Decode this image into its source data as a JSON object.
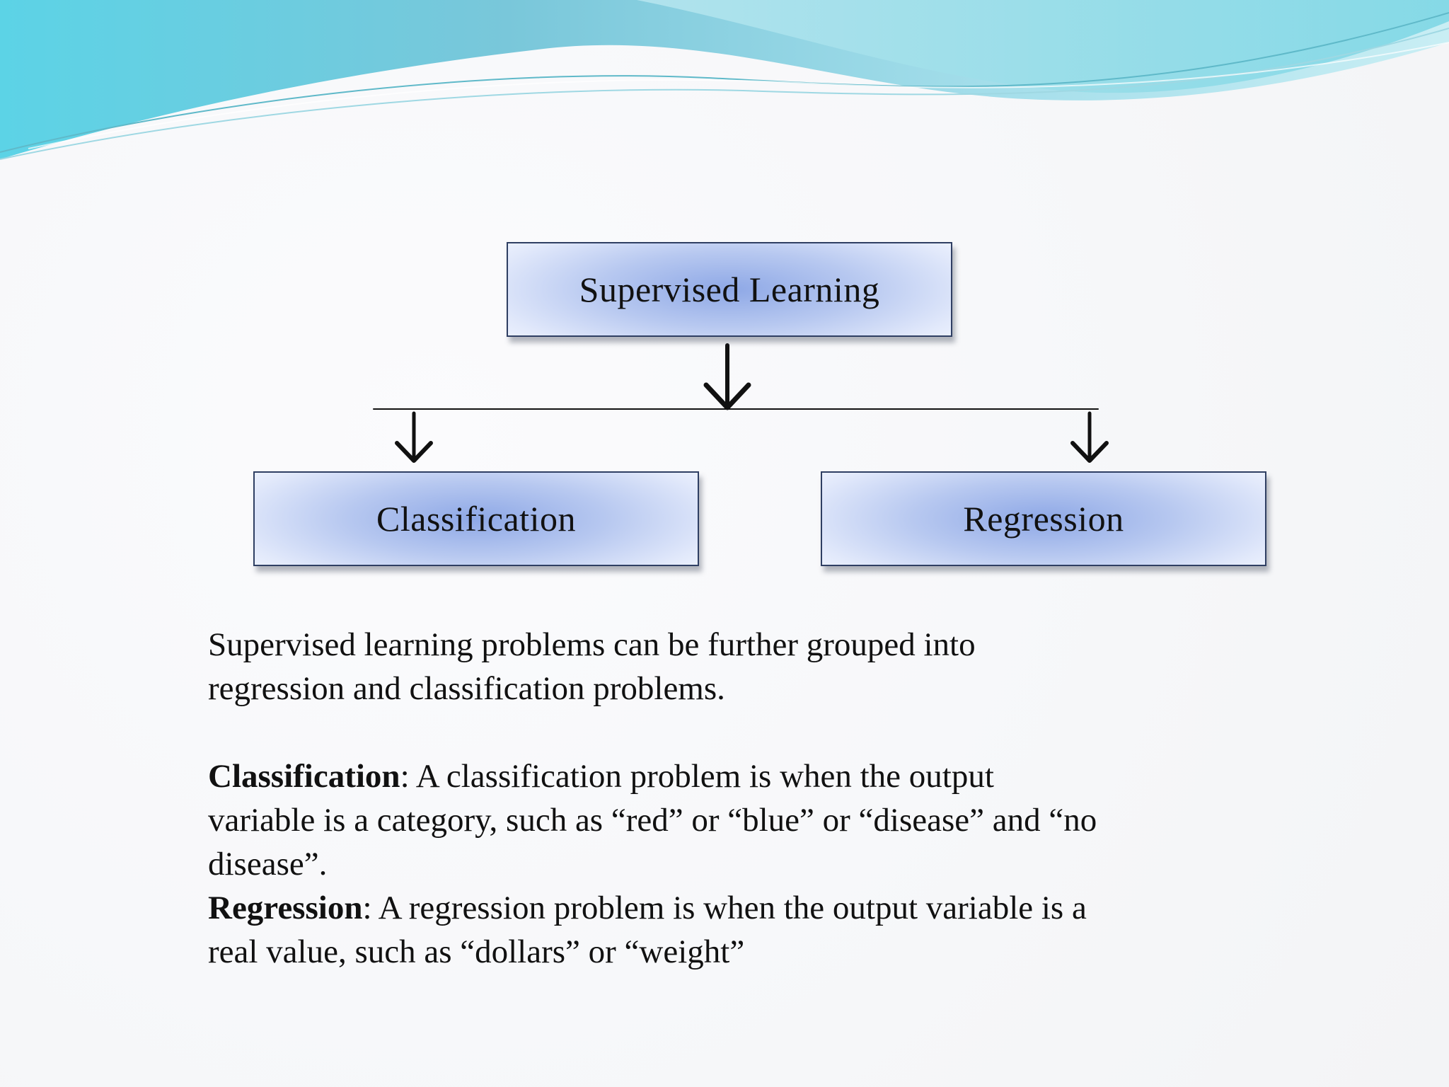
{
  "diagram": {
    "root": {
      "label": "Supervised Learning"
    },
    "children": [
      {
        "label": "Classification"
      },
      {
        "label": "Regression"
      }
    ]
  },
  "text": {
    "intro_line1": "Supervised learning problems can be further grouped into",
    "intro_line2": "regression and classification problems.",
    "classification": {
      "term": "Classification",
      "line1": ": A classification problem is when the output",
      "line2": "variable is a category, such as “red” or “blue” or “disease” and “no",
      "line3": "disease”."
    },
    "regression": {
      "term": "Regression",
      "line1": ": A regression problem is when the output variable is a",
      "line2": "real value, such as “dollars” or “weight”"
    }
  },
  "colors": {
    "box_center": "#8ea8e6",
    "box_edge": "#eef3fd",
    "box_border": "#2f3f63",
    "wave_primary": "#63cfe0",
    "wave_secondary": "#a9e4ef"
  }
}
